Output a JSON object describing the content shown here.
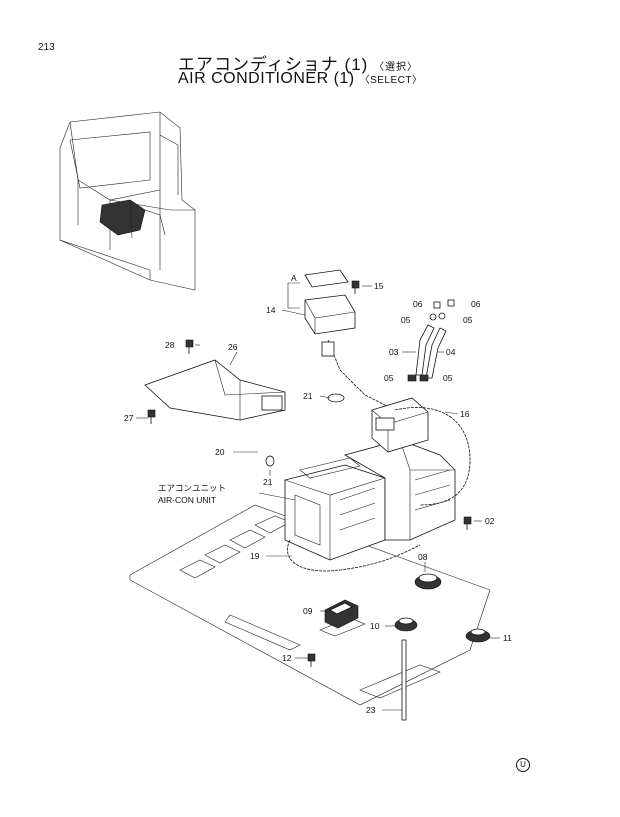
{
  "page_number": "213",
  "title_jp": "エアコンディショナ (1)",
  "title_jp_select": "〈選択〉",
  "title_en": "AIR CONDITIONER (1)",
  "title_en_select": "〈SELECT〉",
  "unit_label_jp": "エアコンユニット",
  "unit_label_en": "AIR-CON UNIT",
  "detail_label": "A",
  "corner_mark": "U",
  "callouts": [
    "15",
    "14",
    "06",
    "06",
    "05",
    "05",
    "03",
    "04",
    "05",
    "05",
    "16",
    "28",
    "26",
    "21",
    "27",
    "20",
    "21",
    "02",
    "19",
    "08",
    "09",
    "10",
    "11",
    "12",
    "23"
  ]
}
